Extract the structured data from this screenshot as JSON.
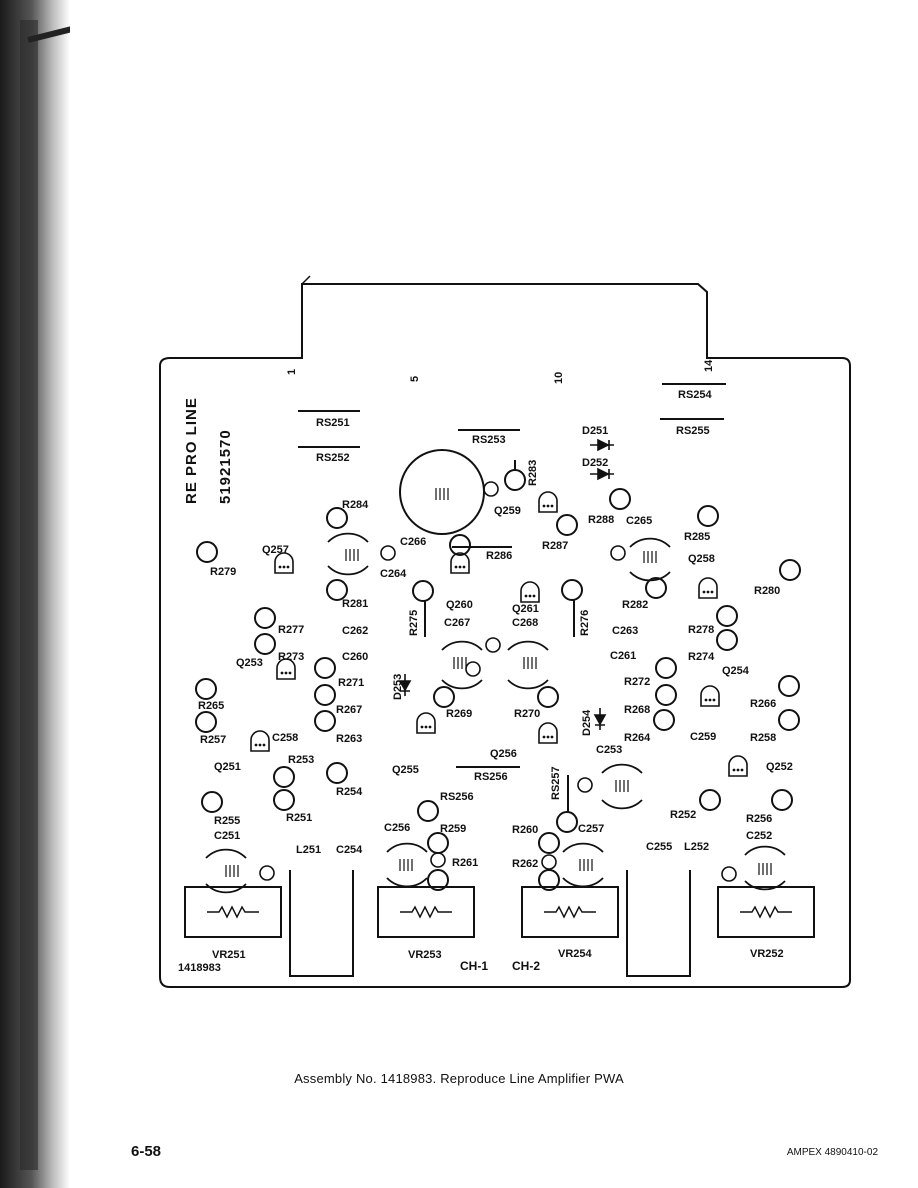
{
  "board": {
    "title": "RE PRO LINE",
    "part_number": "51921570",
    "assembly_id": "1418983",
    "edge_pins": [
      "1",
      "5",
      "10",
      "14"
    ]
  },
  "parts": [
    "RS251",
    "RS252",
    "RS253",
    "RS254",
    "RS255",
    "RS256",
    "RS256",
    "RS257",
    "D251",
    "D252",
    "D253",
    "D254",
    "R283",
    "Q259",
    "R288",
    "C265",
    "R285",
    "Q258",
    "R284",
    "C266",
    "R286",
    "R287",
    "Q257",
    "C264",
    "R279",
    "R280",
    "R281",
    "C262",
    "R277",
    "R273",
    "C260",
    "Q253",
    "R275",
    "Q260",
    "C267",
    "Q261",
    "C268",
    "R276",
    "R282",
    "C263",
    "R278",
    "C261",
    "R274",
    "Q254",
    "R271",
    "R267",
    "R263",
    "R272",
    "R266",
    "R268",
    "R264",
    "C259",
    "R258",
    "R265",
    "R257",
    "C258",
    "Q251",
    "R253",
    "Q255",
    "Q256",
    "C253",
    "Q252",
    "R254",
    "R269",
    "R270",
    "R255",
    "R251",
    "C251",
    "L251",
    "C254",
    "C256",
    "R259",
    "R261",
    "R260",
    "C257",
    "R262",
    "R252",
    "C255",
    "L252",
    "R256",
    "C252",
    "VR251",
    "VR253",
    "VR254",
    "VR252",
    "CH-1",
    "CH-2"
  ],
  "caption": "Assembly No. 1418983.  Reproduce Line Amplifier PWA",
  "page_number": "6-58",
  "doc_code": "AMPEX 4890410-02"
}
